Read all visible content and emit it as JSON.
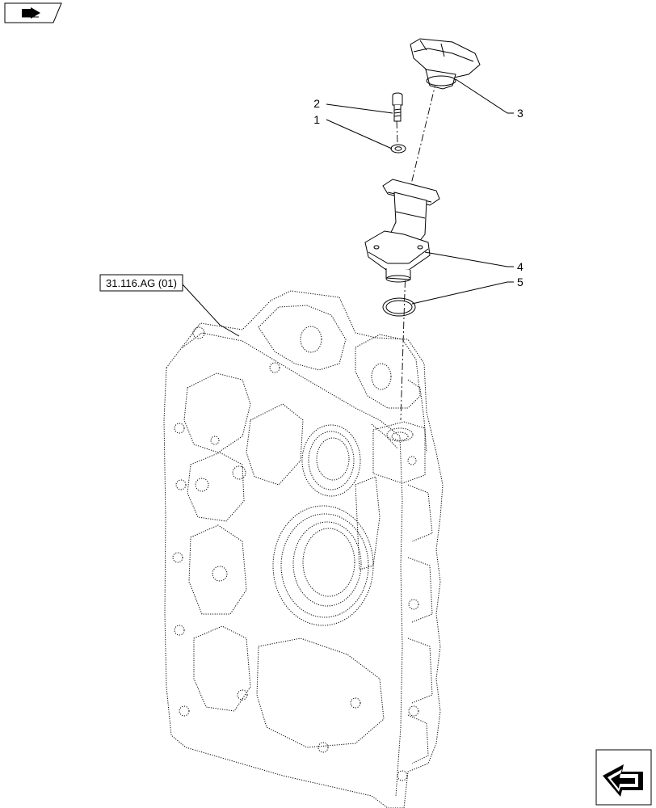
{
  "reference_label": "31.116.AG (01)",
  "callouts": [
    {
      "id": "callout-1",
      "number": "1"
    },
    {
      "id": "callout-2",
      "number": "2"
    },
    {
      "id": "callout-3",
      "number": "3"
    },
    {
      "id": "callout-4",
      "number": "4"
    },
    {
      "id": "callout-5",
      "number": "5"
    }
  ],
  "icons": {
    "top_left": "forward-arrow-icon",
    "bottom_right": "next-page-arrow-icon"
  },
  "colors": {
    "line": "#000000",
    "background": "#ffffff"
  }
}
